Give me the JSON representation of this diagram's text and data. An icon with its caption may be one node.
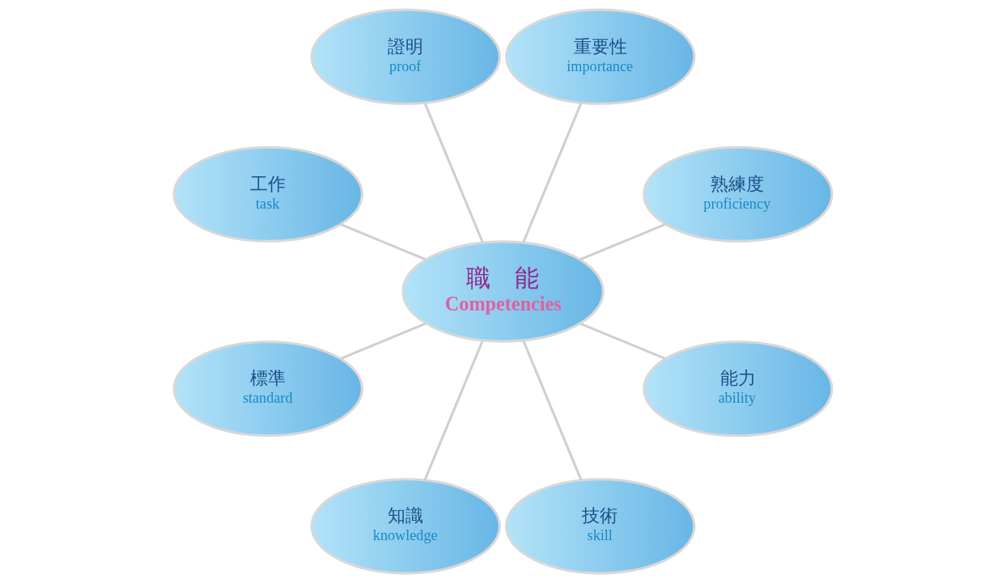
{
  "diagram": {
    "nodes": [
      {
        "text": [
          "職　能",
          "Competencies"
        ]
      },
      {
        "text": [
          "熟練度",
          "proficiency"
        ]
      },
      {
        "text": [
          "重要性",
          "importance"
        ]
      },
      {
        "text": [
          "證明",
          "proof"
        ]
      },
      {
        "text": [
          "工作",
          "task"
        ]
      },
      {
        "text": [
          "標準",
          "standard"
        ]
      },
      {
        "text": [
          "知識",
          "knowledge"
        ]
      },
      {
        "text": [
          "技術",
          "skill"
        ]
      },
      {
        "text": [
          "能力",
          "ability"
        ]
      }
    ],
    "edges": [
      {
        "from": 0,
        "to": 1,
        "arrow": "none"
      },
      {
        "from": 0,
        "to": 3,
        "arrow": "none"
      },
      {
        "from": 0,
        "to": 5,
        "arrow": "none"
      },
      {
        "from": 0,
        "to": 7,
        "arrow": "none"
      },
      {
        "from": 0,
        "to": 8,
        "arrow": "none"
      },
      {
        "from": 0,
        "to": 6,
        "arrow": "none"
      },
      {
        "from": 0,
        "to": 4,
        "arrow": "none"
      },
      {
        "from": 0,
        "to": 2,
        "arrow": "none"
      }
    ]
  }
}
